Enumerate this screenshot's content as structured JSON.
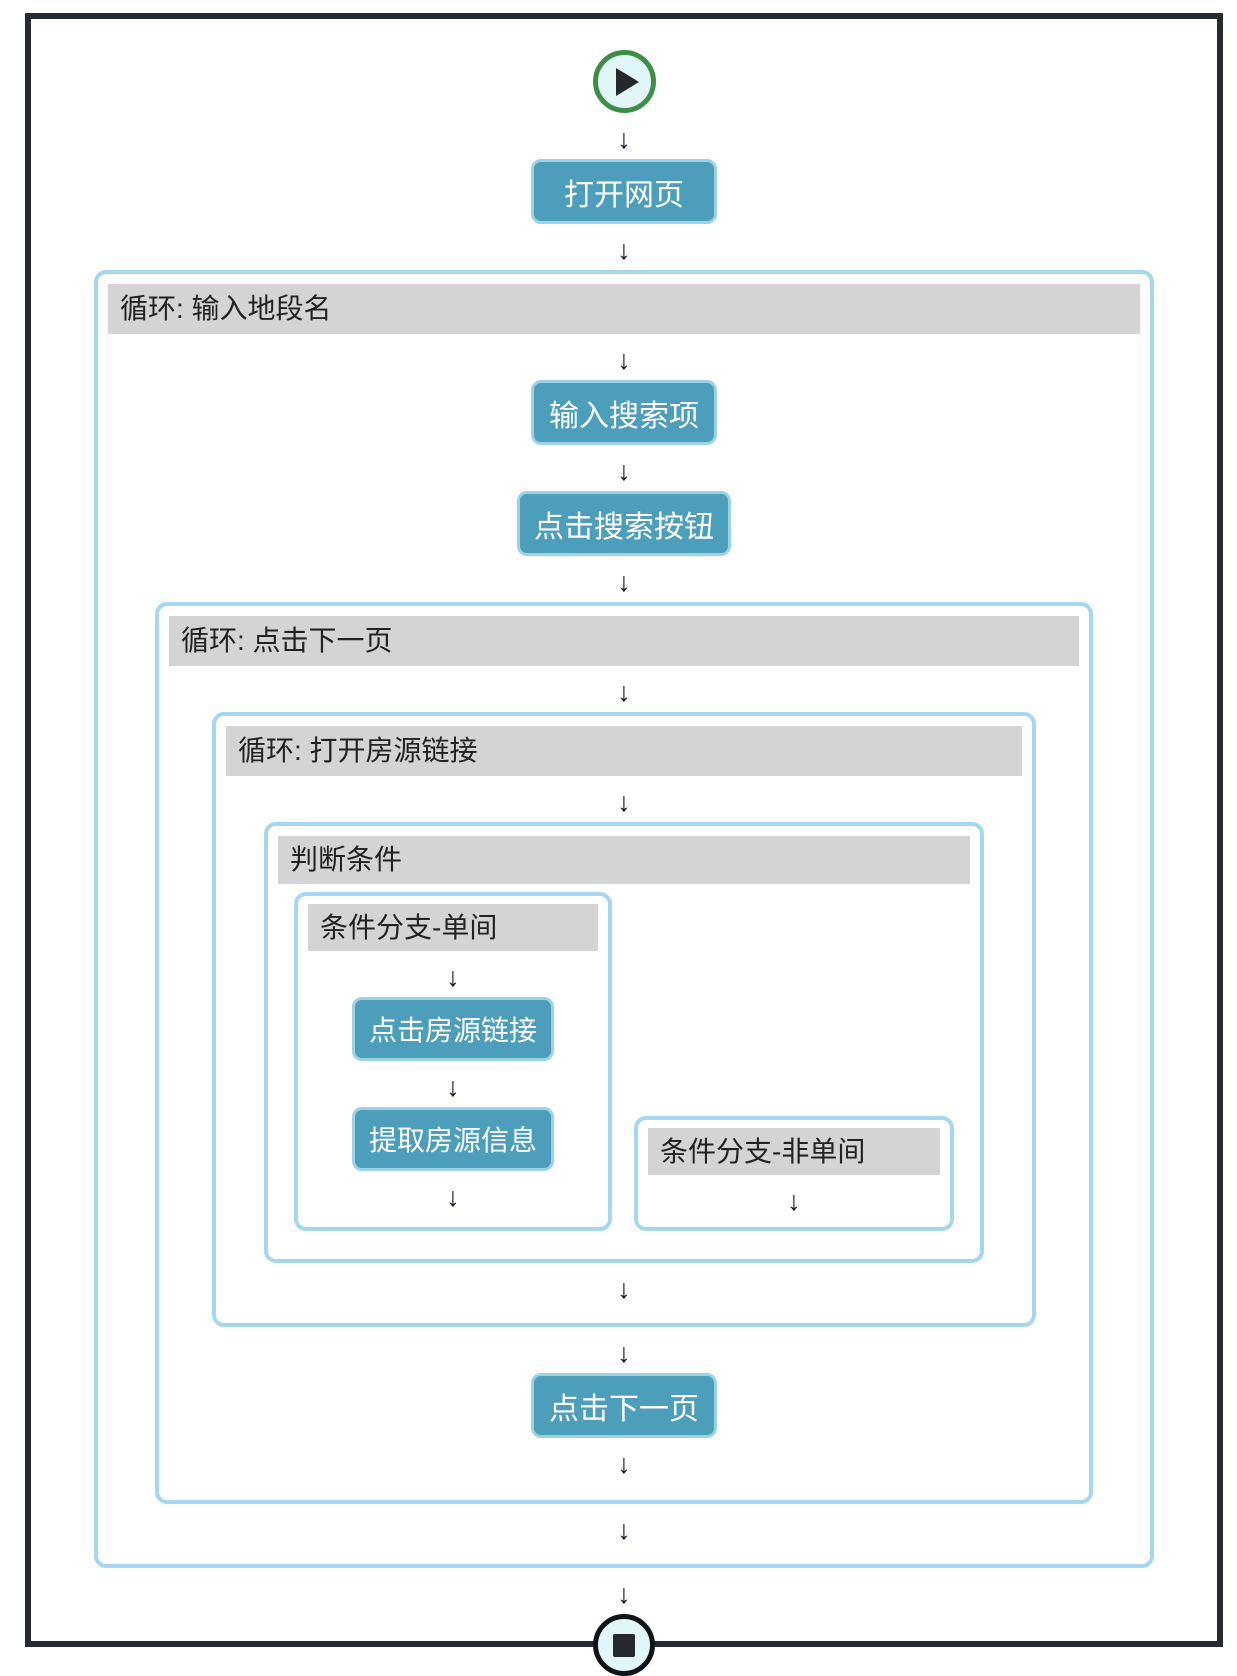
{
  "arrow_glyph": "↓",
  "colors": {
    "step_fill": "#4d9eba",
    "step_border": "#9bd2e6",
    "container_border": "#a6d7ef",
    "header_bg": "#d4d4d4",
    "header_text": "#222222",
    "frame_border": "#262b33",
    "start_ring": "#3f8e46",
    "stop_ring": "#101418",
    "node_fill": "#e1f6f8",
    "arrow_color": "#15152e",
    "step_text": "#ffffff"
  },
  "flow": {
    "start_node": "play-icon",
    "end_node": "stop-icon",
    "open_page_label": "打开网页",
    "loop_district": {
      "header": "循环: 输入地段名"
    },
    "input_search_label": "输入搜索项",
    "click_search_label": "点击搜索按钮",
    "loop_next_page": {
      "header": "循环: 点击下一页"
    },
    "loop_open_listing": {
      "header": "循环: 打开房源链接"
    },
    "condition": {
      "header": "判断条件"
    },
    "branch_single": {
      "header": "条件分支-单间"
    },
    "click_listing_label": "点击房源链接",
    "extract_info_label": "提取房源信息",
    "branch_not_single": {
      "header": "条件分支-非单间"
    },
    "click_next_page_label": "点击下一页"
  }
}
